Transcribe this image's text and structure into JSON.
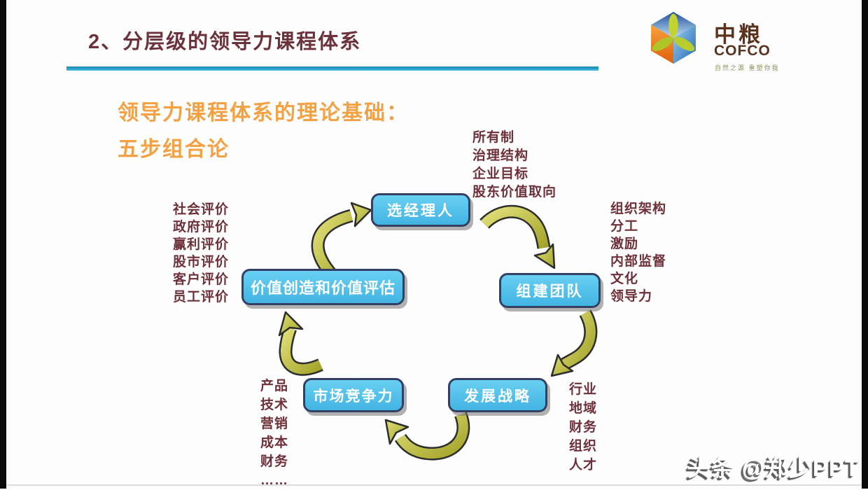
{
  "title": {
    "text": "2、分层级的领导力课程体系"
  },
  "logo": {
    "zh": "中粮",
    "en": "COFCO",
    "tagline": "自然之源 重塑你我"
  },
  "subtitle": {
    "line1": "领导力课程体系的理论基础：",
    "line2": "五步组合论"
  },
  "diagram": {
    "boxes": [
      {
        "id": "select-manager",
        "label": "选经理人"
      },
      {
        "id": "value-creation",
        "label": "价值创造和价值评估"
      },
      {
        "id": "build-team",
        "label": "组建团队"
      },
      {
        "id": "market-competitiveness",
        "label": "市场竞争力"
      },
      {
        "id": "dev-strategy",
        "label": "发展战略"
      }
    ],
    "annotations": {
      "top": [
        "所有制",
        "治理结构",
        "企业目标",
        "股东价值取向"
      ],
      "right": [
        "组织架构",
        "分工",
        "激励",
        "内部监督",
        "文化",
        "领导力"
      ],
      "left": [
        "社会评价",
        "政府评价",
        "赢利评价",
        "股市评价",
        "客户评价",
        "员工评价"
      ],
      "bottom_left": [
        "产品",
        "技术",
        "营销",
        "成本",
        "财务",
        "……"
      ],
      "bottom_right": [
        "行业",
        "地域",
        "财务",
        "组织",
        "人才"
      ]
    }
  },
  "watermark": {
    "text": "头条 @郑少PPT"
  },
  "colors": {
    "title_maroon": "#6B323B",
    "accent_cyan": "#2BA2C9",
    "subtitle_orange": "#F4A143",
    "box_fill": "#42B4E3",
    "box_border": "#333F63",
    "box_text": "#FFFFFF",
    "arrow_yellow": "#BFC244",
    "annotation_text": "#6E3139"
  }
}
